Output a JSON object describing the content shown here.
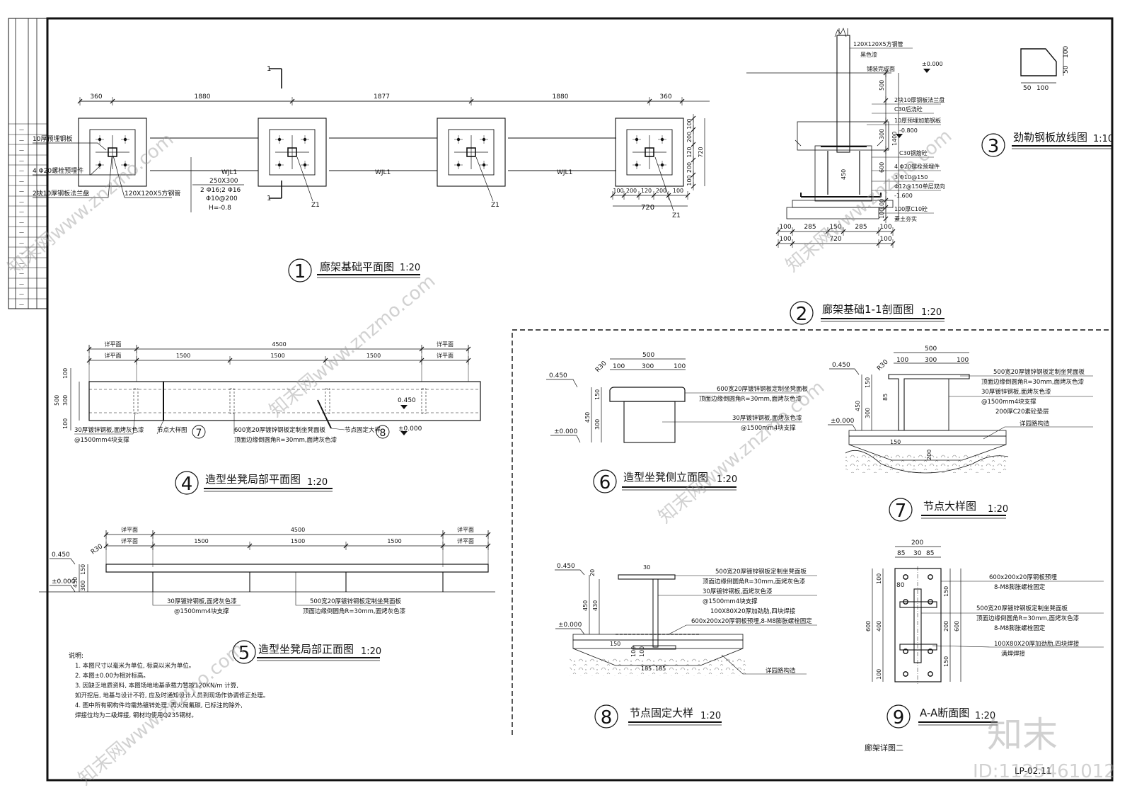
{
  "sheet": {
    "drawing_title": "廊架详图二",
    "sheet_no": "LP-02.11",
    "watermark_id": "ID:1125461012",
    "watermark_logo": "知末",
    "watermark_site": "知末网www.znzmo.com"
  },
  "d1": {
    "title": "廊架基础平面图",
    "scale": "1:20",
    "no": "1",
    "dims_top": [
      "360",
      "1880",
      "1877",
      "1880",
      "360"
    ],
    "dims_right": [
      "100",
      "200",
      "120",
      "200",
      "100",
      "720"
    ],
    "dims_bottom": [
      "100",
      "200",
      "120",
      "200",
      "100"
    ],
    "dim_720": "720",
    "left_labels": [
      "10厚预埋钢板",
      "4 Φ20螺栓预埋件",
      "2块10厚钢板法兰盘"
    ],
    "pipe_label": "120X120X5方钢管",
    "beam": {
      "name": "WJL1",
      "size": "250X300",
      "rebar": "2 Φ16;2 Φ16",
      "stirrup": "Φ10@200",
      "elev": "H=-0.8"
    },
    "col_tag": "Z1",
    "sec_mark": "1"
  },
  "d2": {
    "title": "廊架基础1-1剖面图",
    "scale": "1:20",
    "no": "2",
    "labels": [
      "120X120X5方钢管",
      "黑色漆",
      "铺装完成面",
      "±0.000",
      "2块10厚钢板法兰盘",
      "C30后浇砼",
      "10厚预埋加筋钢板",
      "-0.800",
      "C30钢筋砼",
      "4 Φ20螺栓预埋件",
      "3 Φ10@150",
      "Φ12@150单层双向",
      "-1.600",
      "100厚C10砼",
      "素土夯实"
    ],
    "dims_v": [
      "500",
      "300",
      "1400",
      "600",
      "450",
      "100",
      "100"
    ],
    "dims_b1": [
      "100",
      "285",
      "150",
      "285",
      "100"
    ],
    "dims_b2": [
      "100",
      "720",
      "100"
    ]
  },
  "d3": {
    "title": "劲勒钢板放线图",
    "scale": "1:10",
    "no": "3",
    "dims": [
      "100",
      "50",
      "50",
      "100"
    ]
  },
  "d4": {
    "title": "造型坐凳局部平面图",
    "scale": "1:20",
    "no": "4",
    "dims_top": [
      "详平面",
      "4500",
      "详平面"
    ],
    "dims_sub": [
      "详平面",
      "1500",
      "1500",
      "1500",
      "详平面"
    ],
    "dims_left": [
      "100",
      "300",
      "100",
      "500"
    ],
    "elev": "0.450",
    "elev0": "±0.000",
    "labels": [
      "30厚镀锌钢板,面烤灰色漆",
      "@1500mm4块支撑",
      "节点大样图",
      "600宽20厚镀锌钢板定制坐凳面板",
      "顶面边缘倒圆角R=30mm,面烤灰色漆",
      "节点固定大样"
    ],
    "refs": [
      "7",
      "8"
    ]
  },
  "d5": {
    "title": "造型坐凳局部正面图",
    "scale": "1:20",
    "no": "5",
    "dims_top": [
      "详平面",
      "4500",
      "详平面"
    ],
    "dims_sub": [
      "详平面",
      "1500",
      "1500",
      "1500",
      "详平面"
    ],
    "elev": "0.450",
    "elev0": "±0.000",
    "r": "R30",
    "dims_left": [
      "150",
      "300",
      "450"
    ],
    "labels": [
      "30厚镀锌钢板,面烤灰色漆",
      "@1500mm4块支撑",
      "500宽20厚镀锌钢板定制坐凳面板",
      "顶面边缘倒圆角R=30mm,面烤灰色漆"
    ]
  },
  "d6": {
    "title": "造型坐凳侧立面图",
    "scale": "1:20",
    "no": "6",
    "dims_top": [
      "500",
      "100",
      "300",
      "100"
    ],
    "elev": "0.450",
    "elev0": "±0.000",
    "r": "R30",
    "dims_left": [
      "150",
      "300",
      "450"
    ],
    "labels": [
      "600宽20厚镀锌钢板定制坐凳面板",
      "顶面边缘倒圆角R=30mm,面烤灰色漆",
      "30厚镀锌钢板,面烤灰色漆",
      "@1500mm4块支撑"
    ]
  },
  "d7": {
    "title": "节点大样图",
    "scale": "1:20",
    "no": "7",
    "dims_top": [
      "500",
      "100",
      "300",
      "100"
    ],
    "elev": "0.450",
    "elev0": "±0.000",
    "r": "R30",
    "dims_left": [
      "150",
      "300",
      "450",
      "85",
      "150",
      "200"
    ],
    "labels": [
      "500宽20厚镀锌钢板定制坐凳面板",
      "顶面边缘倒圆角R=30mm,面烤灰色漆",
      "30厚镀锌钢板,面烤灰色漆",
      "@1500mm4块支撑",
      "200厚C20素砼垫层",
      "详园路构造"
    ]
  },
  "d8": {
    "title": "节点固定大样",
    "scale": "1:20",
    "no": "8",
    "elev": "0.450",
    "elev0": "±0.000",
    "dims": [
      "30",
      "20",
      "450",
      "430",
      "150",
      "100",
      "100",
      "185",
      "185"
    ],
    "labels": [
      "500宽20厚镀锌钢板定制坐凳面板",
      "顶面边缘倒圆角R=30mm,面烤灰色漆",
      "30厚镀锌钢板,面烤灰色漆",
      "@1500mm4块支撑",
      "100X80X20厚加劲肋,四块焊接",
      "600x200x20厚钢板预埋,8-M8膨胀螺栓固定",
      "详园路构造"
    ]
  },
  "d9": {
    "title": "A-A断面图",
    "scale": "1:20",
    "no": "9",
    "dims_top": [
      "200",
      "85",
      "30",
      "85"
    ],
    "dims_left": [
      "100",
      "400",
      "100",
      "600"
    ],
    "dims_right": [
      "150",
      "200",
      "150",
      "600"
    ],
    "dim_80": "80",
    "labels": [
      "600x200x20厚钢板预埋",
      "8-M8膨胀螺栓固定",
      "500宽20厚镀锌钢板定制坐凳面板",
      "顶面边缘倒圆角R=30mm,面烤灰色漆",
      "8-M8膨胀螺栓固定",
      "100X80X20厚加劲肋,四块焊接",
      "满焊焊接"
    ]
  },
  "notes": {
    "heading": "说明:",
    "items": [
      "1. 本图尺寸以毫米为单位, 标高以米为单位。",
      "2. 本图±0.00为相对标高。",
      "3. 因缺乏地质资料, 本图场地地基承载力暂按120KN/m 计算,",
      "   如开挖后, 地基与设计不符, 应及时通知设计人员到现场作协调修正处理。",
      "4. 图中所有钢构件均需热镀锌处理, 再火局氟碳, 已标注的除外,",
      "   焊接位均为二级焊接, 钢材均使用Q235钢材。"
    ]
  }
}
